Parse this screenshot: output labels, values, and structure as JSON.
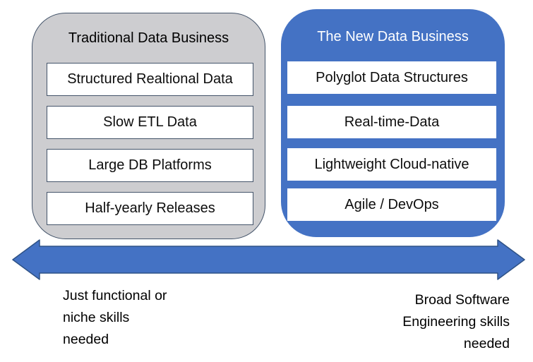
{
  "panels": {
    "traditional": {
      "title": "Traditional Data Business",
      "items": [
        "Structured Realtional Data",
        "Slow ETL Data",
        "Large DB Platforms",
        "Half-yearly Releases"
      ]
    },
    "new": {
      "title": "The New Data Business",
      "items": [
        "Polyglot Data Structures",
        "Real-time-Data",
        "Lightweight Cloud-native",
        "Agile / DevOps"
      ]
    }
  },
  "axis": {
    "left_label": "Just functional or\nniche skills\nneeded",
    "right_label": "Broad Software\nEngineering skills\nneeded"
  },
  "colors": {
    "accent_blue": "#4472c4",
    "gray_fill": "#cdcdd0",
    "dark_border": "#44546a",
    "arrow_fill": "#4472c4",
    "arrow_stroke": "#2e5286",
    "text_light": "#ffffff",
    "text_dark": "#0d0d0d"
  }
}
